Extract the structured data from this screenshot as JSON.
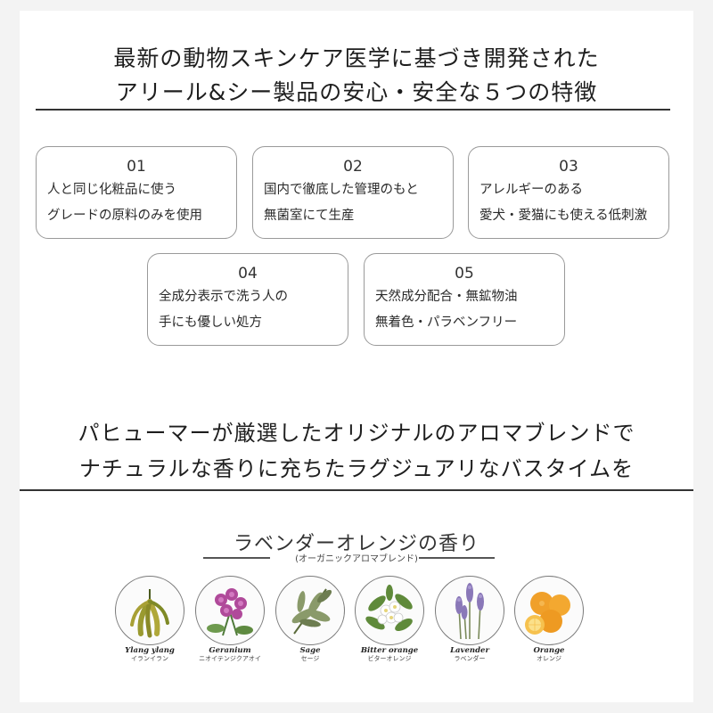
{
  "heading": {
    "line1": "最新の動物スキンケア医学に基づき開発された",
    "line2": "アリール&シー製品の安心・安全な５つの特徴"
  },
  "features": [
    {
      "num": "01",
      "line1": "人と同じ化粧品に使う",
      "line2": "グレードの原料のみを使用"
    },
    {
      "num": "02",
      "line1": "国内で徹底した管理のもと",
      "line2": "無菌室にて生産"
    },
    {
      "num": "03",
      "line1": "アレルギーのある",
      "line2": "愛犬・愛猫にも使える低刺激"
    },
    {
      "num": "04",
      "line1": "全成分表示で洗う人の",
      "line2": "手にも優しい処方"
    },
    {
      "num": "05",
      "line1": "天然成分配合・無鉱物油",
      "line2": "無着色・パラベンフリー"
    }
  ],
  "aroma": {
    "line1": "パヒューマーが厳選したオリジナルのアロマブレンドで",
    "line2": "ナチュラルな香りに充ちたラグジュアリなバスタイムを"
  },
  "scent": {
    "title": "ラベンダーオレンジの香り",
    "subtitle": "(オーガニックアロマブレンド)"
  },
  "ingredients": [
    {
      "en": "Ylang ylang",
      "ja": "イランイラン",
      "icon": "ylang-ylang-icon"
    },
    {
      "en": "Geranium",
      "ja": "ニオイテンジクアオイ",
      "icon": "geranium-icon"
    },
    {
      "en": "Sage",
      "ja": "セージ",
      "icon": "sage-icon"
    },
    {
      "en": "Bitter orange",
      "ja": "ビターオレンジ",
      "icon": "bitter-orange-icon"
    },
    {
      "en": "Lavender",
      "ja": "ラベンダー",
      "icon": "lavender-icon"
    },
    {
      "en": "Orange",
      "ja": "オレンジ",
      "icon": "orange-icon"
    }
  ]
}
